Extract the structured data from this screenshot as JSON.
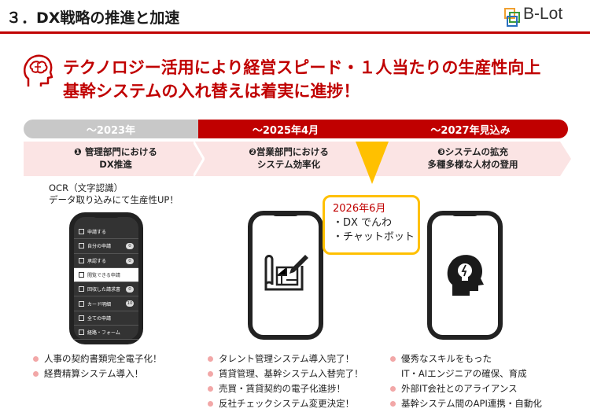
{
  "header": {
    "title": "３．DX戦略の推進と加速",
    "logo_text": "B-Lot"
  },
  "headline": {
    "line1": "テクノロジー活用により経営スピード・１人当たりの生産性向上",
    "line2": "基幹システムの入れ替えは着実に進捗！"
  },
  "timeline": [
    {
      "label": "～2023年",
      "color": "#c8c8c8"
    },
    {
      "label": "～2025年4月",
      "color": "#c00000"
    },
    {
      "label": "～2027年見込み",
      "color": "#c00000"
    }
  ],
  "phases": [
    {
      "line1": "❶ 管理部門における",
      "line2": "DX推進"
    },
    {
      "line1": "❷営業部門における",
      "line2": "システム効率化"
    },
    {
      "line1": "❸システムの拡充",
      "line2": "多種多様な人材の登用"
    }
  ],
  "ocr_note": {
    "line1": "OCR（文字認識）",
    "line2": "データ取り込みにて生産性UP！"
  },
  "phone_menu": [
    {
      "label": "申請する",
      "badge": "",
      "highlight": false
    },
    {
      "label": "自分の申請",
      "badge": "0",
      "highlight": false
    },
    {
      "label": "承認する",
      "badge": "0",
      "highlight": false
    },
    {
      "label": "閲覧できる申請",
      "badge": "",
      "highlight": true
    },
    {
      "label": "回収した請求書",
      "badge": "0",
      "highlight": false
    },
    {
      "label": "カード明細",
      "badge": "10",
      "highlight": false
    },
    {
      "label": "全ての申請",
      "badge": "",
      "highlight": false
    },
    {
      "label": "経路・フォーム",
      "badge": "",
      "highlight": false
    }
  ],
  "callout": {
    "date": "2026年6月",
    "item1": "・DX でんわ",
    "item2": "・チャットボット"
  },
  "bullets": {
    "col1": [
      "人事の契約書類完全電子化！",
      "経費精算システム導入！"
    ],
    "col2": [
      "タレント管理システム導入完了！",
      "賃貸管理、基幹システム入替完了！",
      "売買・賃貸契約の電子化進捗！",
      "反社チェックシステム変更決定！"
    ],
    "col3": [
      "優秀なスキルをもった",
      "IT・AIエンジニアの確保、育成",
      "外部IT会社とのアライアンス",
      "基幹システム間のAPI連携・自動化"
    ]
  },
  "colors": {
    "accent": "#c00000",
    "past": "#c8c8c8",
    "band": "#fbe4e4",
    "callout_border": "#ffc000",
    "bullet": "#f2a7a7"
  },
  "icons": {
    "brain": "brain-head-icon",
    "blueprint": "blueprint-pencil-icon",
    "ai_head": "ai-head-bulb-icon"
  }
}
